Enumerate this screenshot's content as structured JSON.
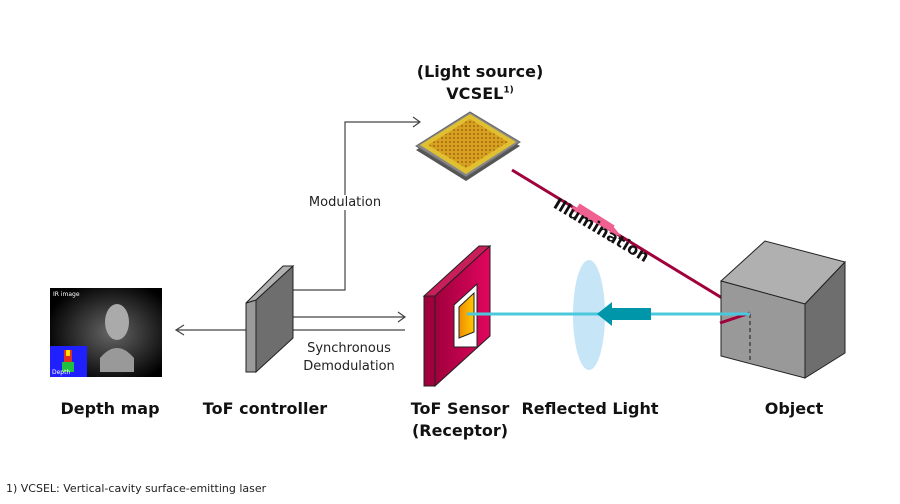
{
  "light_source": {
    "line1": "(Light source)",
    "line2": "VCSEL",
    "footnote_mark": "1)"
  },
  "labels": {
    "modulation": "Modulation",
    "sync_line1": "Synchronous",
    "sync_line2": "Demodulation",
    "illumination": "Illumination",
    "depth_map": "Depth map",
    "tof_controller": "ToF controller",
    "tof_sensor_line1": "ToF Sensor",
    "tof_sensor_line2": "(Receptor)",
    "reflected_light": "Reflected Light",
    "object": "Object"
  },
  "depth_image": {
    "ir_label": "IR image",
    "depth_label": "Depth"
  },
  "footnote": "1) VCSEL: Vertical-cavity surface-emitting laser",
  "colors": {
    "illumination": "#a0003c",
    "reflected": "#4cc8dc",
    "arrow_teal": "#0096aa",
    "sensor": "#d0105a",
    "lens": "#c6e6f8"
  }
}
